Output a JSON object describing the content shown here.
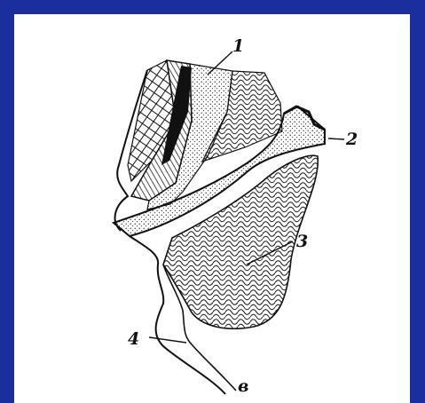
{
  "figure": {
    "labels": [
      {
        "id": "1",
        "text": "1"
      },
      {
        "id": "2",
        "text": "2"
      },
      {
        "id": "3",
        "text": "3"
      },
      {
        "id": "4",
        "text": "4"
      },
      {
        "id": "b",
        "text": "в"
      }
    ]
  },
  "colors": {
    "frame": "#1b2f9c",
    "panel": "#ffffff",
    "ink": "#111111"
  }
}
